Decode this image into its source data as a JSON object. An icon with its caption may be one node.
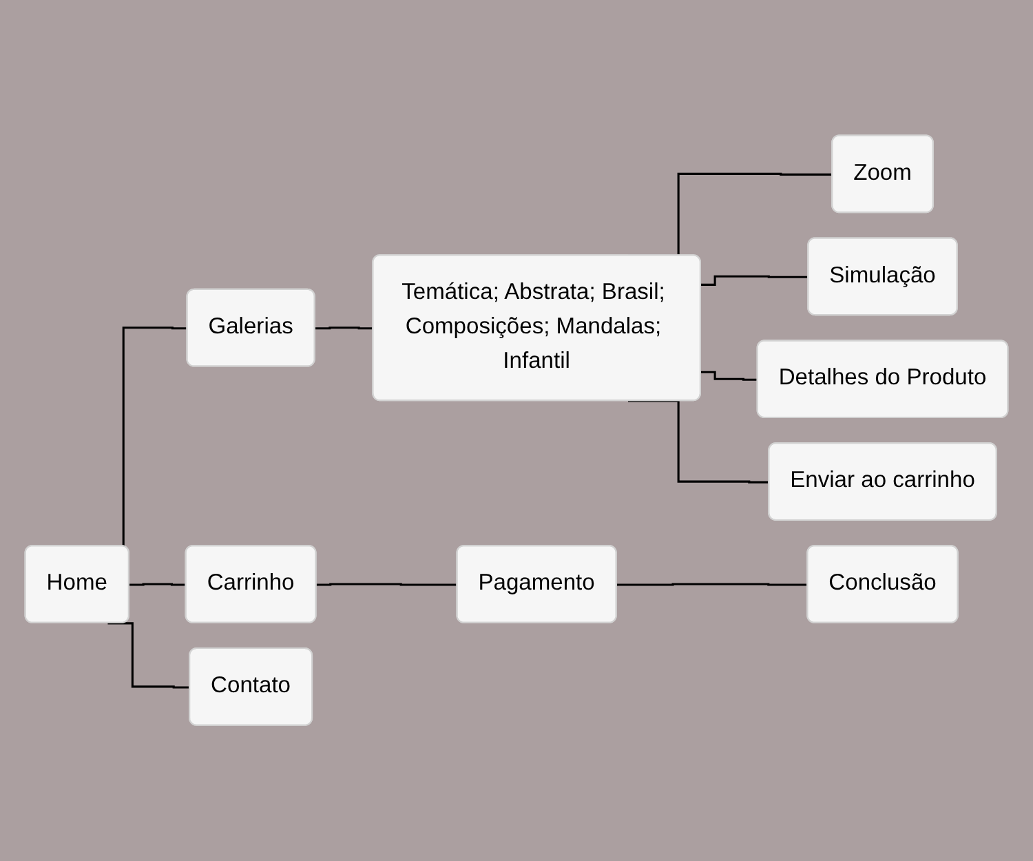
{
  "diagram": {
    "nodes": [
      {
        "text": [
          "Home"
        ]
      },
      {
        "text": [
          "Galerias"
        ]
      },
      {
        "text": [
          "Temática; Abstrata; Brasil; Composições; Mandalas; Infantil"
        ]
      },
      {
        "text": [
          "Zoom"
        ]
      },
      {
        "text": [
          "Simulação"
        ]
      },
      {
        "text": [
          "Detalhes do Produto"
        ]
      },
      {
        "text": [
          "Enviar ao carrinho"
        ]
      },
      {
        "text": [
          "Carrinho"
        ]
      },
      {
        "text": [
          "Pagamento"
        ]
      },
      {
        "text": [
          "Conclusão"
        ]
      },
      {
        "text": [
          "Contato"
        ]
      }
    ],
    "edges": [
      {
        "from": 0,
        "to": 1,
        "arrow": "none"
      },
      {
        "from": 1,
        "to": 2,
        "arrow": "none"
      },
      {
        "from": 2,
        "to": 3,
        "arrow": "none"
      },
      {
        "from": 2,
        "to": 4,
        "arrow": "none"
      },
      {
        "from": 2,
        "to": 5,
        "arrow": "none"
      },
      {
        "from": 2,
        "to": 6,
        "arrow": "none"
      },
      {
        "from": 0,
        "to": 7,
        "arrow": "none"
      },
      {
        "from": 7,
        "to": 8,
        "arrow": "none"
      },
      {
        "from": 8,
        "to": 9,
        "arrow": "none"
      },
      {
        "from": 0,
        "to": 10,
        "arrow": "none"
      }
    ]
  }
}
